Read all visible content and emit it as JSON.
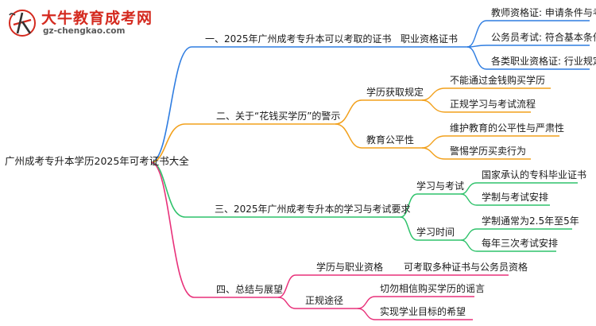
{
  "brand": {
    "name": "大牛教育成考网",
    "url": "gz-chengkao.com"
  },
  "colors": {
    "blue": "#2f7de1",
    "orange": "#f2a01b",
    "green": "#2fc26b",
    "pink": "#e8317a",
    "logo_red": "#d42a1f"
  },
  "mindmap": {
    "root": "广州成考专升本学历2025年可考证书大全",
    "branches": [
      {
        "label": "一、2025年广州成考专升本可以考取的证书",
        "children": [
          {
            "label": "职业资格证书",
            "children": [
              "教师资格证: 申请条件与考试",
              "公务员考试: 符合基本条件",
              "各类职业资格证: 行业规定"
            ]
          }
        ]
      },
      {
        "label": "二、关于“花钱买学历”的警示",
        "children": [
          {
            "label": "学历获取规定",
            "children": [
              "不能通过金钱购买学历",
              "正规学习与考试流程"
            ]
          },
          {
            "label": "教育公平性",
            "children": [
              "维护教育的公平性与严肃性",
              "警惕学历买卖行为"
            ]
          }
        ]
      },
      {
        "label": "三、2025年广州成考专升本的学习与考试要求",
        "children": [
          {
            "label": "学习与考试",
            "children": [
              "国家承认的专科毕业证书",
              "学制与考试安排"
            ]
          },
          {
            "label": "学习时间",
            "children": [
              "学制通常为2.5年至5年",
              "每年三次考试安排"
            ]
          }
        ]
      },
      {
        "label": "四、总结与展望",
        "children": [
          {
            "label": "学历与职业资格",
            "children": [
              "可考取多种证书与公务员资格"
            ]
          },
          {
            "label": "正规途径",
            "children": [
              "切勿相信购买学历的谣言",
              "实现学业目标的希望"
            ]
          }
        ]
      }
    ]
  }
}
